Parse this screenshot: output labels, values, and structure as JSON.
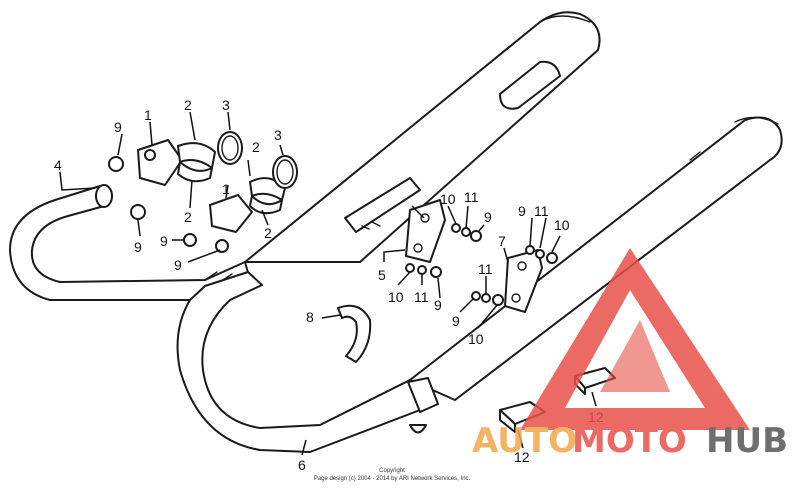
{
  "diagram": {
    "callouts": [
      {
        "id": "c1",
        "text": "1"
      },
      {
        "id": "c2",
        "text": "1"
      },
      {
        "id": "c3",
        "text": "2"
      },
      {
        "id": "c4",
        "text": "2"
      },
      {
        "id": "c5",
        "text": "2"
      },
      {
        "id": "c6",
        "text": "2"
      },
      {
        "id": "c7",
        "text": "3"
      },
      {
        "id": "c8",
        "text": "3"
      },
      {
        "id": "c9",
        "text": "4"
      },
      {
        "id": "c10",
        "text": "5"
      },
      {
        "id": "c11",
        "text": "6"
      },
      {
        "id": "c12",
        "text": "7"
      },
      {
        "id": "c13",
        "text": "8"
      },
      {
        "id": "c14",
        "text": "9"
      },
      {
        "id": "c15",
        "text": "9"
      },
      {
        "id": "c16",
        "text": "9"
      },
      {
        "id": "c17",
        "text": "9"
      },
      {
        "id": "c18",
        "text": "9"
      },
      {
        "id": "c19",
        "text": "9"
      },
      {
        "id": "c20",
        "text": "9"
      },
      {
        "id": "c21",
        "text": "9"
      },
      {
        "id": "c22",
        "text": "10"
      },
      {
        "id": "c23",
        "text": "10"
      },
      {
        "id": "c24",
        "text": "10"
      },
      {
        "id": "c25",
        "text": "10"
      },
      {
        "id": "c26",
        "text": "11"
      },
      {
        "id": "c27",
        "text": "11"
      },
      {
        "id": "c28",
        "text": "11"
      },
      {
        "id": "c29",
        "text": "11"
      },
      {
        "id": "c30",
        "text": "12"
      },
      {
        "id": "c31",
        "text": "12"
      }
    ],
    "copyright_line1": "Copyright",
    "copyright_line2": "Page design (c) 2004 - 2014 by ARI Network Services, Inc."
  },
  "watermark": {
    "part1": "AUTO",
    "part2": "MOTO",
    "part3": "HUB",
    "colors": {
      "red": "#e8514a",
      "orange": "#f0a64a",
      "gray": "#555555"
    }
  }
}
